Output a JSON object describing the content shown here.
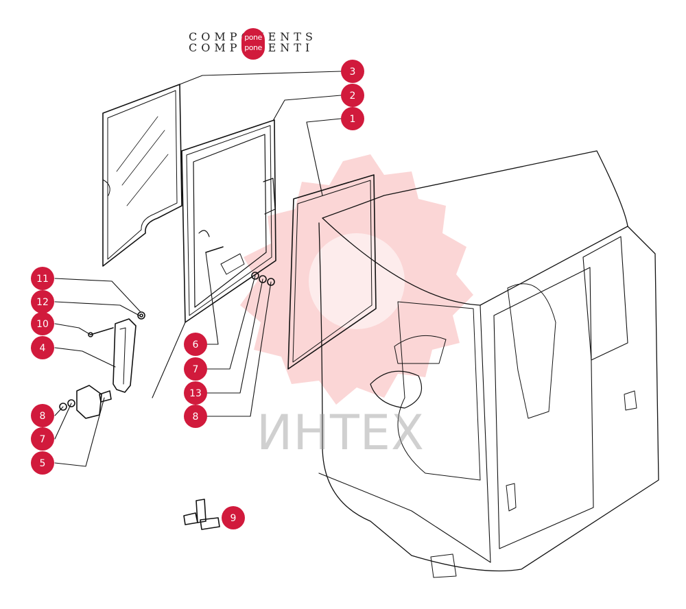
{
  "header": {
    "line1": "COMPONENTS",
    "line2": "COMPONENTI",
    "badge_line1": "pone",
    "badge_line2": "pone"
  },
  "watermark": {
    "text": "ИНТЕХ",
    "logo": "gear-logo",
    "color": "#f08080"
  },
  "callouts": [
    {
      "id": "1",
      "label": "1"
    },
    {
      "id": "2",
      "label": "2"
    },
    {
      "id": "3",
      "label": "3"
    },
    {
      "id": "4",
      "label": "4"
    },
    {
      "id": "5",
      "label": "5"
    },
    {
      "id": "6",
      "label": "6"
    },
    {
      "id": "7a",
      "label": "7"
    },
    {
      "id": "7b",
      "label": "7"
    },
    {
      "id": "8a",
      "label": "8"
    },
    {
      "id": "8b",
      "label": "8"
    },
    {
      "id": "9",
      "label": "9"
    },
    {
      "id": "10",
      "label": "10"
    },
    {
      "id": "11",
      "label": "11"
    },
    {
      "id": "12",
      "label": "12"
    },
    {
      "id": "13",
      "label": "13"
    }
  ],
  "colors": {
    "callout": "#d11a3c",
    "line": "#111111"
  }
}
